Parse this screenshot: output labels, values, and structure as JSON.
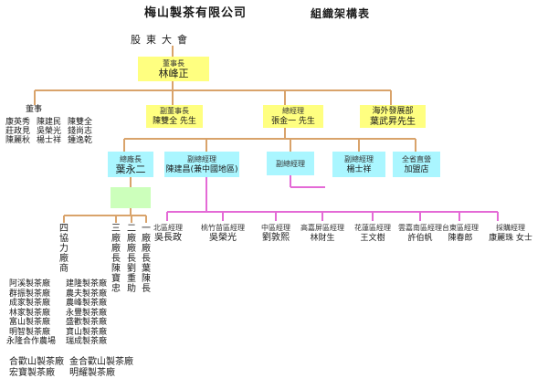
{
  "header": {
    "company": "梅山製茶有限公司",
    "chart_title": "組織架構表",
    "shareholders": "股東大會"
  },
  "chairman": {
    "title": "董事長",
    "name": "林峰正"
  },
  "directors": {
    "title": "董事",
    "names": [
      "康英秀",
      "莊政見",
      "陳麗秋",
      "陳建民",
      "吳榮光",
      "楊士祥",
      "陳雙全",
      "錢尚志",
      "鍾逸乾"
    ]
  },
  "vice_chairman": {
    "title": "副董事長",
    "name": "陳雙全 先生"
  },
  "general_manager": {
    "title": "總經理",
    "name": "張金一 先生"
  },
  "overseas": {
    "title": "海外發展部",
    "name": "葉武昇先生"
  },
  "factory_director": {
    "title": "總廠長",
    "name": "葉永二"
  },
  "deputy_gm_1": {
    "title": "副總經理",
    "name": "陳建昌(兼中國地區)"
  },
  "deputy_gm_2": {
    "title": "副總經理",
    "name": ""
  },
  "deputy_gm_3": {
    "title": "副總經理",
    "name": "楊士祥"
  },
  "direct_store": {
    "title": "全省直營",
    "name": "加盟店"
  },
  "factories": {
    "fourth": "四協力廠商",
    "third": "三廠廠長陳寶忠",
    "second": "二廠廠長劉重助",
    "first": "一廠廠長葉陳長",
    "list_left": [
      "阿溪製茶廠",
      "群振製茶廠",
      "成家製茶廠",
      "林家製茶廠",
      "富山製茶廠",
      "明智製茶廠",
      "永隆合作農場"
    ],
    "list_right": [
      "建隆製茶廠",
      "農夫製茶廠",
      "農峰製茶廠",
      "永豐製茶廠",
      "盛歡製茶廠",
      "寶山製茶廠",
      "瑞成製茶廠"
    ],
    "bottom_left": [
      "合歡山製茶廠",
      "宏寶製茶廠"
    ],
    "bottom_right": [
      "金合歡山製茶廠",
      "明耀製茶廠"
    ]
  },
  "regions": [
    {
      "title": "北區經理",
      "name": "吳長政"
    },
    {
      "title": "桃竹苗區經理",
      "name": "吳榮光"
    },
    {
      "title": "中區經理",
      "name": "劉敦熙"
    },
    {
      "title": "高嘉屏區經理",
      "name": "林財生"
    },
    {
      "title": "花蓮區經理",
      "name": "王文樹"
    },
    {
      "title": "雲嘉南區經理",
      "name": "許伯帆"
    },
    {
      "title": "台東區經理",
      "name": "陳春郎"
    },
    {
      "title": "採購經理",
      "name": "康麗珠 女士"
    }
  ],
  "colors": {
    "orange_line": "#d9a36b",
    "pink_line": "#e46ad6",
    "yellow_box": "#ffff80",
    "cyan_box": "#aaf6ff",
    "green_box": "#ccffbb"
  }
}
